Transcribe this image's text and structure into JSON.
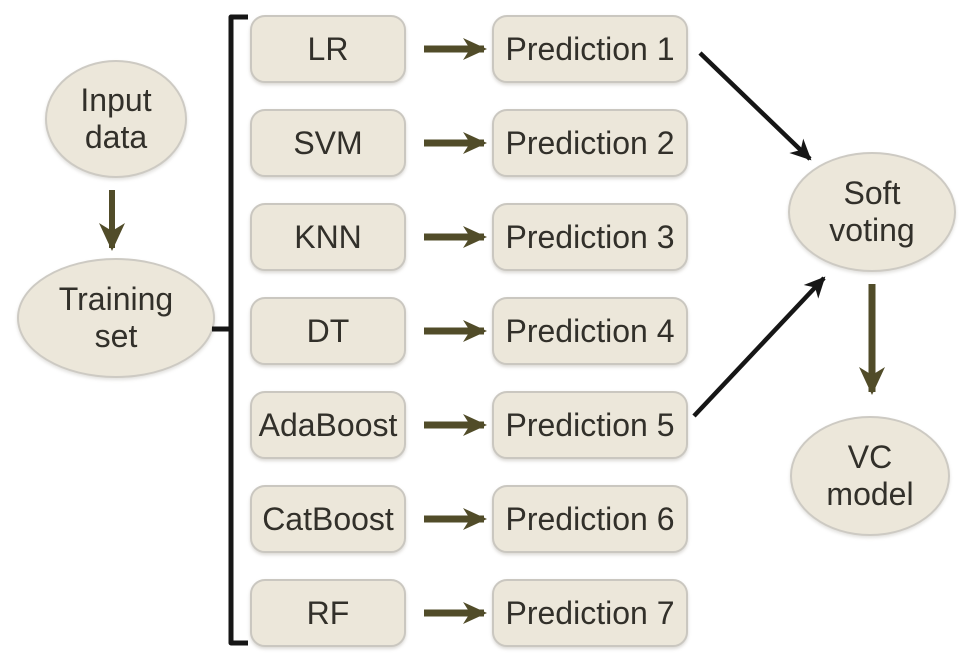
{
  "diagram": {
    "nodes": {
      "input_data": "Input\ndata",
      "training_set": "Training\nset",
      "soft_voting": "Soft\nvoting",
      "vc_model": "VC\nmodel"
    },
    "classifiers": [
      "LR",
      "SVM",
      "KNN",
      "DT",
      "AdaBoost",
      "CatBoost",
      "RF"
    ],
    "predictions": [
      "Prediction 1",
      "Prediction 2",
      "Prediction 3",
      "Prediction 4",
      "Prediction 5",
      "Prediction 6",
      "Prediction 7"
    ],
    "edges": [
      "Input data -> Training set",
      "Training set -> {LR, SVM, KNN, DT, AdaBoost, CatBoost, RF}",
      "LR -> Prediction 1",
      "SVM -> Prediction 2",
      "KNN -> Prediction 3",
      "DT -> Prediction 4",
      "AdaBoost -> Prediction 5",
      "CatBoost -> Prediction 6",
      "RF -> Prediction 7",
      "Prediction 1 -> Soft voting",
      "Prediction 5 -> Soft voting",
      "Soft voting -> VC model"
    ],
    "colors": {
      "background": "#ffffff",
      "node_fill": "#ece7da",
      "node_border": "#cac7c0",
      "text": "#32302a",
      "olive_arrow": "#514c29",
      "black_arrow": "#161616"
    }
  }
}
